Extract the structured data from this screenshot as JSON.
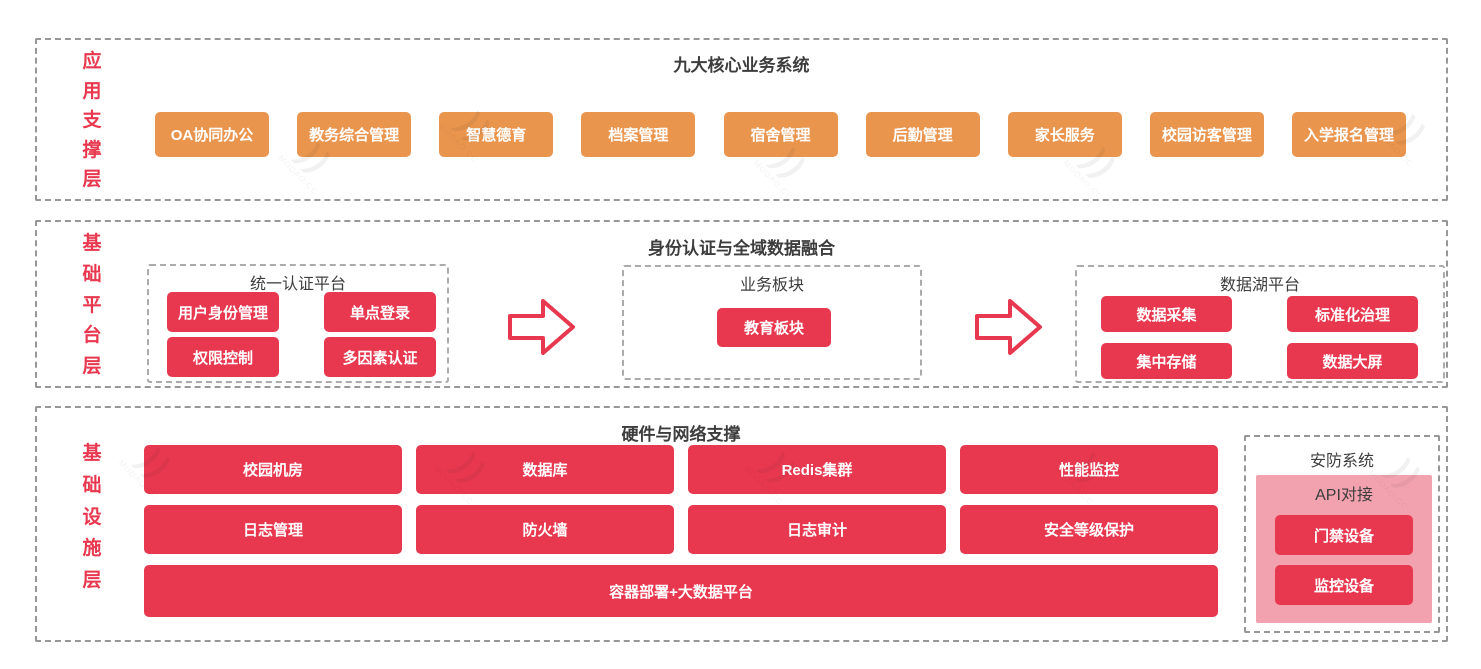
{
  "colors": {
    "red": "#E8384F",
    "orange": "#EA954E",
    "pink": "#F2A2AE",
    "dark_text": "#3D3D3D"
  },
  "watermark": {
    "logo": "))",
    "text": "MODAO.CC"
  },
  "layer1": {
    "label_chars": [
      "应",
      "用",
      "支",
      "撑",
      "层"
    ],
    "title": "九大核心业务系统",
    "buttons": [
      "OA协同办公",
      "教务综合管理",
      "智慧德育",
      "档案管理",
      "宿舍管理",
      "后勤管理",
      "家长服务",
      "校园访客管理",
      "入学报名管理"
    ]
  },
  "layer2": {
    "label_chars": [
      "基",
      "础",
      "平",
      "台",
      "层"
    ],
    "title": "身份认证与全域数据融合",
    "auth_group": {
      "title": "统一认证平台",
      "buttons": [
        "用户身份管理",
        "单点登录",
        "权限控制",
        "多因素认证"
      ]
    },
    "business_group": {
      "title": "业务板块",
      "buttons": [
        "教育板块"
      ]
    },
    "datalake_group": {
      "title": "数据湖平台",
      "buttons": [
        "数据采集",
        "标准化治理",
        "集中存储",
        "数据大屏"
      ]
    }
  },
  "layer3": {
    "label_chars": [
      "基",
      "础",
      "设",
      "施",
      "层"
    ],
    "title": "硬件与网络支撑",
    "row1": [
      "校园机房",
      "数据库",
      "Redis集群",
      "性能监控"
    ],
    "row2": [
      "日志管理",
      "防火墙",
      "日志审计",
      "安全等级保护"
    ],
    "row3": "容器部署+大数据平台",
    "security": {
      "title": "安防系统",
      "api_label": "API对接",
      "buttons": [
        "门禁设备",
        "监控设备"
      ]
    }
  }
}
